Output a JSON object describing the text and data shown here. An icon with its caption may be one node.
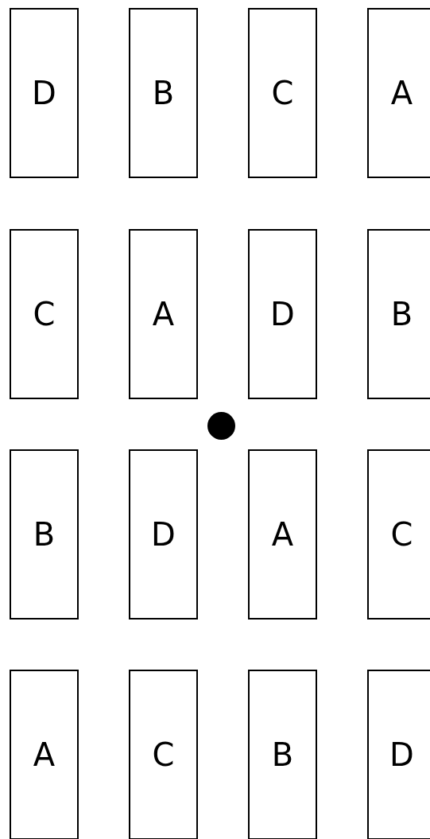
{
  "diagram": {
    "nodes": [
      {
        "text": [
          "D"
        ]
      },
      {
        "text": [
          "B"
        ]
      },
      {
        "text": [
          "C"
        ]
      },
      {
        "text": [
          "A"
        ]
      },
      {
        "text": [
          "C"
        ]
      },
      {
        "text": [
          "A"
        ]
      },
      {
        "text": [
          "D"
        ]
      },
      {
        "text": [
          "B"
        ]
      },
      {
        "text": [],
        "shape": "circle"
      },
      {
        "text": [
          "B"
        ]
      },
      {
        "text": [
          "D"
        ]
      },
      {
        "text": [
          "A"
        ]
      },
      {
        "text": [
          "C"
        ]
      },
      {
        "text": [
          "A"
        ]
      },
      {
        "text": [
          "C"
        ]
      },
      {
        "text": [
          "B"
        ]
      },
      {
        "text": [
          "D"
        ]
      }
    ]
  }
}
